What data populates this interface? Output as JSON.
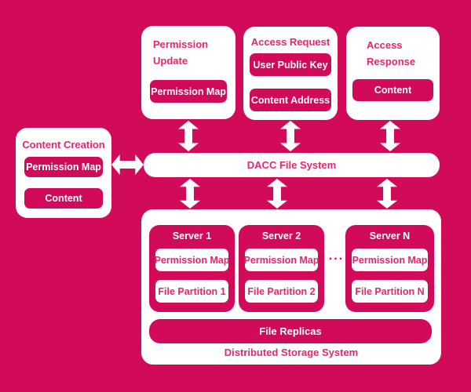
{
  "colors": {
    "background": "#D20A5A",
    "node_fill": "#D20A5A",
    "white": "#FFFFFF",
    "pink_text": "#E8256D"
  },
  "diagram": {
    "content_creation": {
      "title": "Content Creation",
      "items": [
        "Permission Map",
        "Content"
      ]
    },
    "permission_update": {
      "title_lines": [
        "Permission",
        "Update"
      ],
      "items": [
        "Permission Map"
      ]
    },
    "access_request": {
      "title": "Access Request",
      "items": [
        "User Public Key",
        "Content Address"
      ]
    },
    "access_response": {
      "title_lines": [
        "Access",
        "Response"
      ],
      "items": [
        "Content"
      ]
    },
    "dacc_file_system": {
      "label": "DACC File System"
    },
    "storage": {
      "label": "Distributed Storage System",
      "servers": [
        {
          "title": "Server 1",
          "items": [
            "Permission Map",
            "File Partition 1"
          ]
        },
        {
          "title": "Server 2",
          "items": [
            "Permission Map",
            "File Partition 2"
          ]
        },
        {
          "title": "Server N",
          "items": [
            "Permission Map",
            "File Partition N"
          ]
        }
      ],
      "ellipsis": "...",
      "file_replicas": "File Replicas"
    }
  }
}
